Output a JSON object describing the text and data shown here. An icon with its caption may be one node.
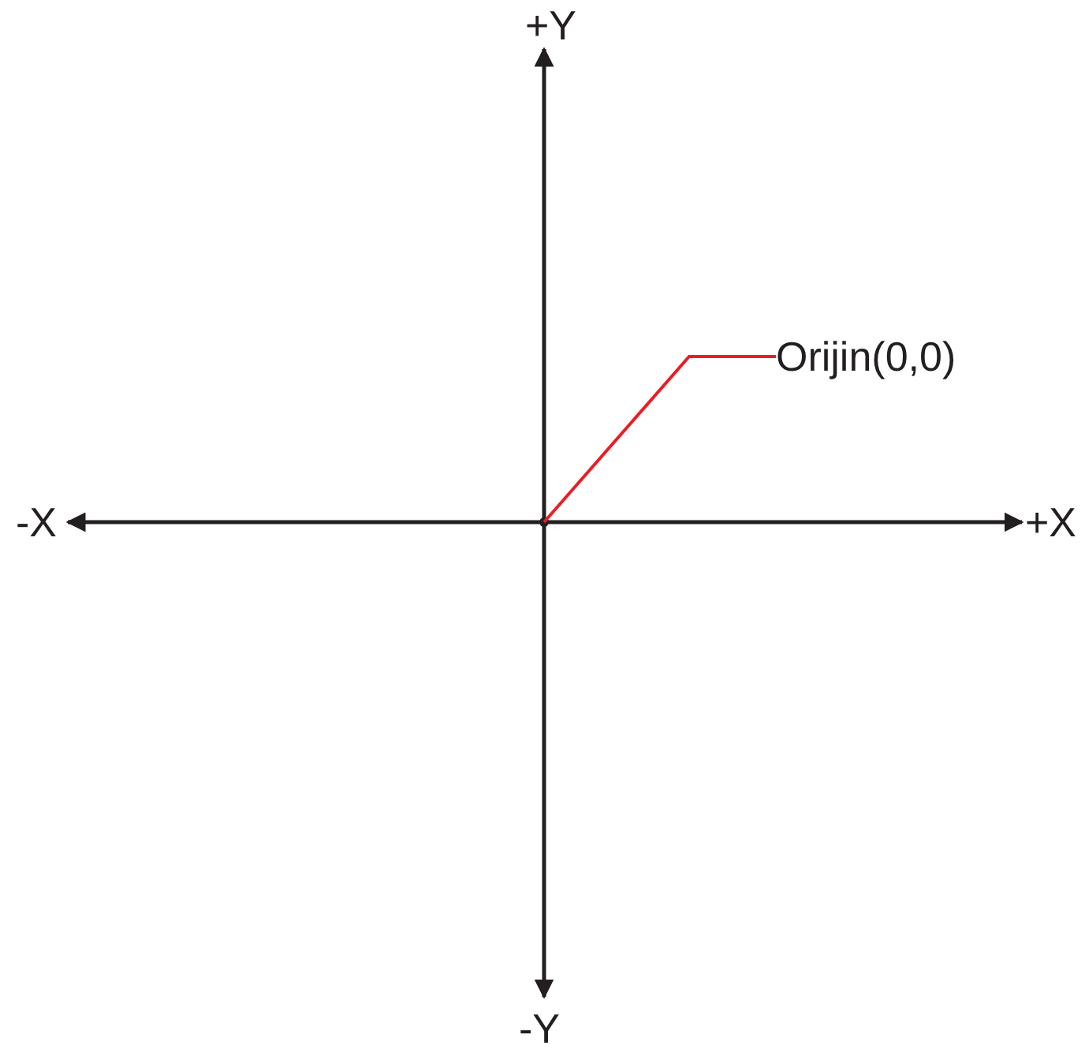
{
  "diagram": {
    "nodes": [
      {
        "text": [
          "Orijin(0,0)"
        ]
      },
      {
        "text": [],
        "shape": "point"
      }
    ],
    "edges": [
      {
        "from": 0,
        "to": 1,
        "arrow": "none"
      }
    ],
    "labels": [
      "+Y",
      "-X",
      "+X",
      "-Y"
    ]
  }
}
